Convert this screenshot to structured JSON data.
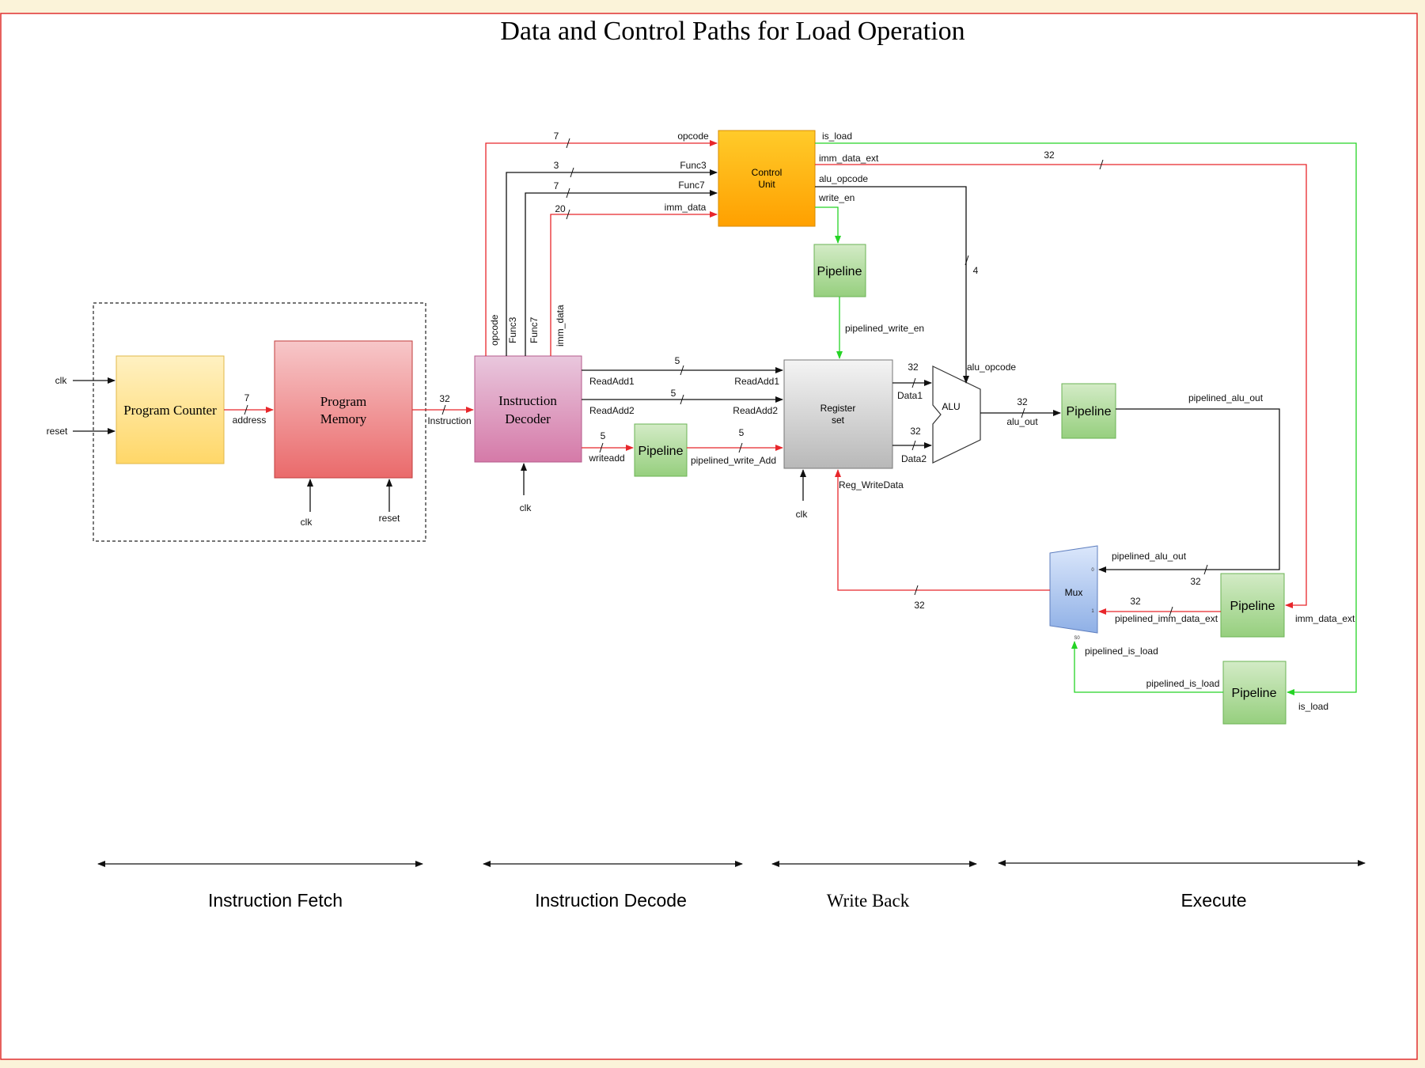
{
  "title": "Data and Control Paths for Load Operation",
  "colors": {
    "red": "#e8262b",
    "green": "#25d425",
    "black": "#111111",
    "border": "#e03030"
  },
  "blocks": {
    "program_counter": "Program Counter",
    "program_memory": [
      "Program",
      "Memory"
    ],
    "instruction_decoder": [
      "Instruction",
      "Decoder"
    ],
    "control_unit": [
      "Control",
      "Unit"
    ],
    "register_set": [
      "Register",
      "set"
    ],
    "alu": "ALU",
    "mux": "Mux",
    "pipeline": "Pipeline"
  },
  "mux_pins": {
    "p0": "0",
    "p1": "1",
    "sel": "S0"
  },
  "labels": {
    "clk": "clk",
    "reset": "reset",
    "address": "address",
    "instruction": "Instruction",
    "opcode": "opcode",
    "func3": "Func3",
    "func7": "Func7",
    "imm_data": "imm_data",
    "is_load": "is_load",
    "imm_data_ext": "imm_data_ext",
    "alu_opcode": "alu_opcode",
    "write_en": "write_en",
    "pipelined_write_en": "pipelined_write_en",
    "readadd1": "ReadAdd1",
    "readadd2": "ReadAdd2",
    "writeadd": "writeadd",
    "pipelined_write_add": "pipelined_write_Add",
    "data1": "Data1",
    "data2": "Data2",
    "alu_out": "alu_out",
    "pipelined_alu_out": "pipelined_alu_out",
    "reg_writedata": "Reg_WriteData",
    "pipelined_imm_data_ext": "pipelined_imm_data_ext",
    "pipelined_is_load": "pipelined_is_load"
  },
  "widths": {
    "w7": "7",
    "w3": "3",
    "w20": "20",
    "w32": "32",
    "w5": "5",
    "w4": "4"
  },
  "stages": [
    "Instruction Fetch",
    "Instruction Decode",
    "Write Back",
    "Execute"
  ]
}
